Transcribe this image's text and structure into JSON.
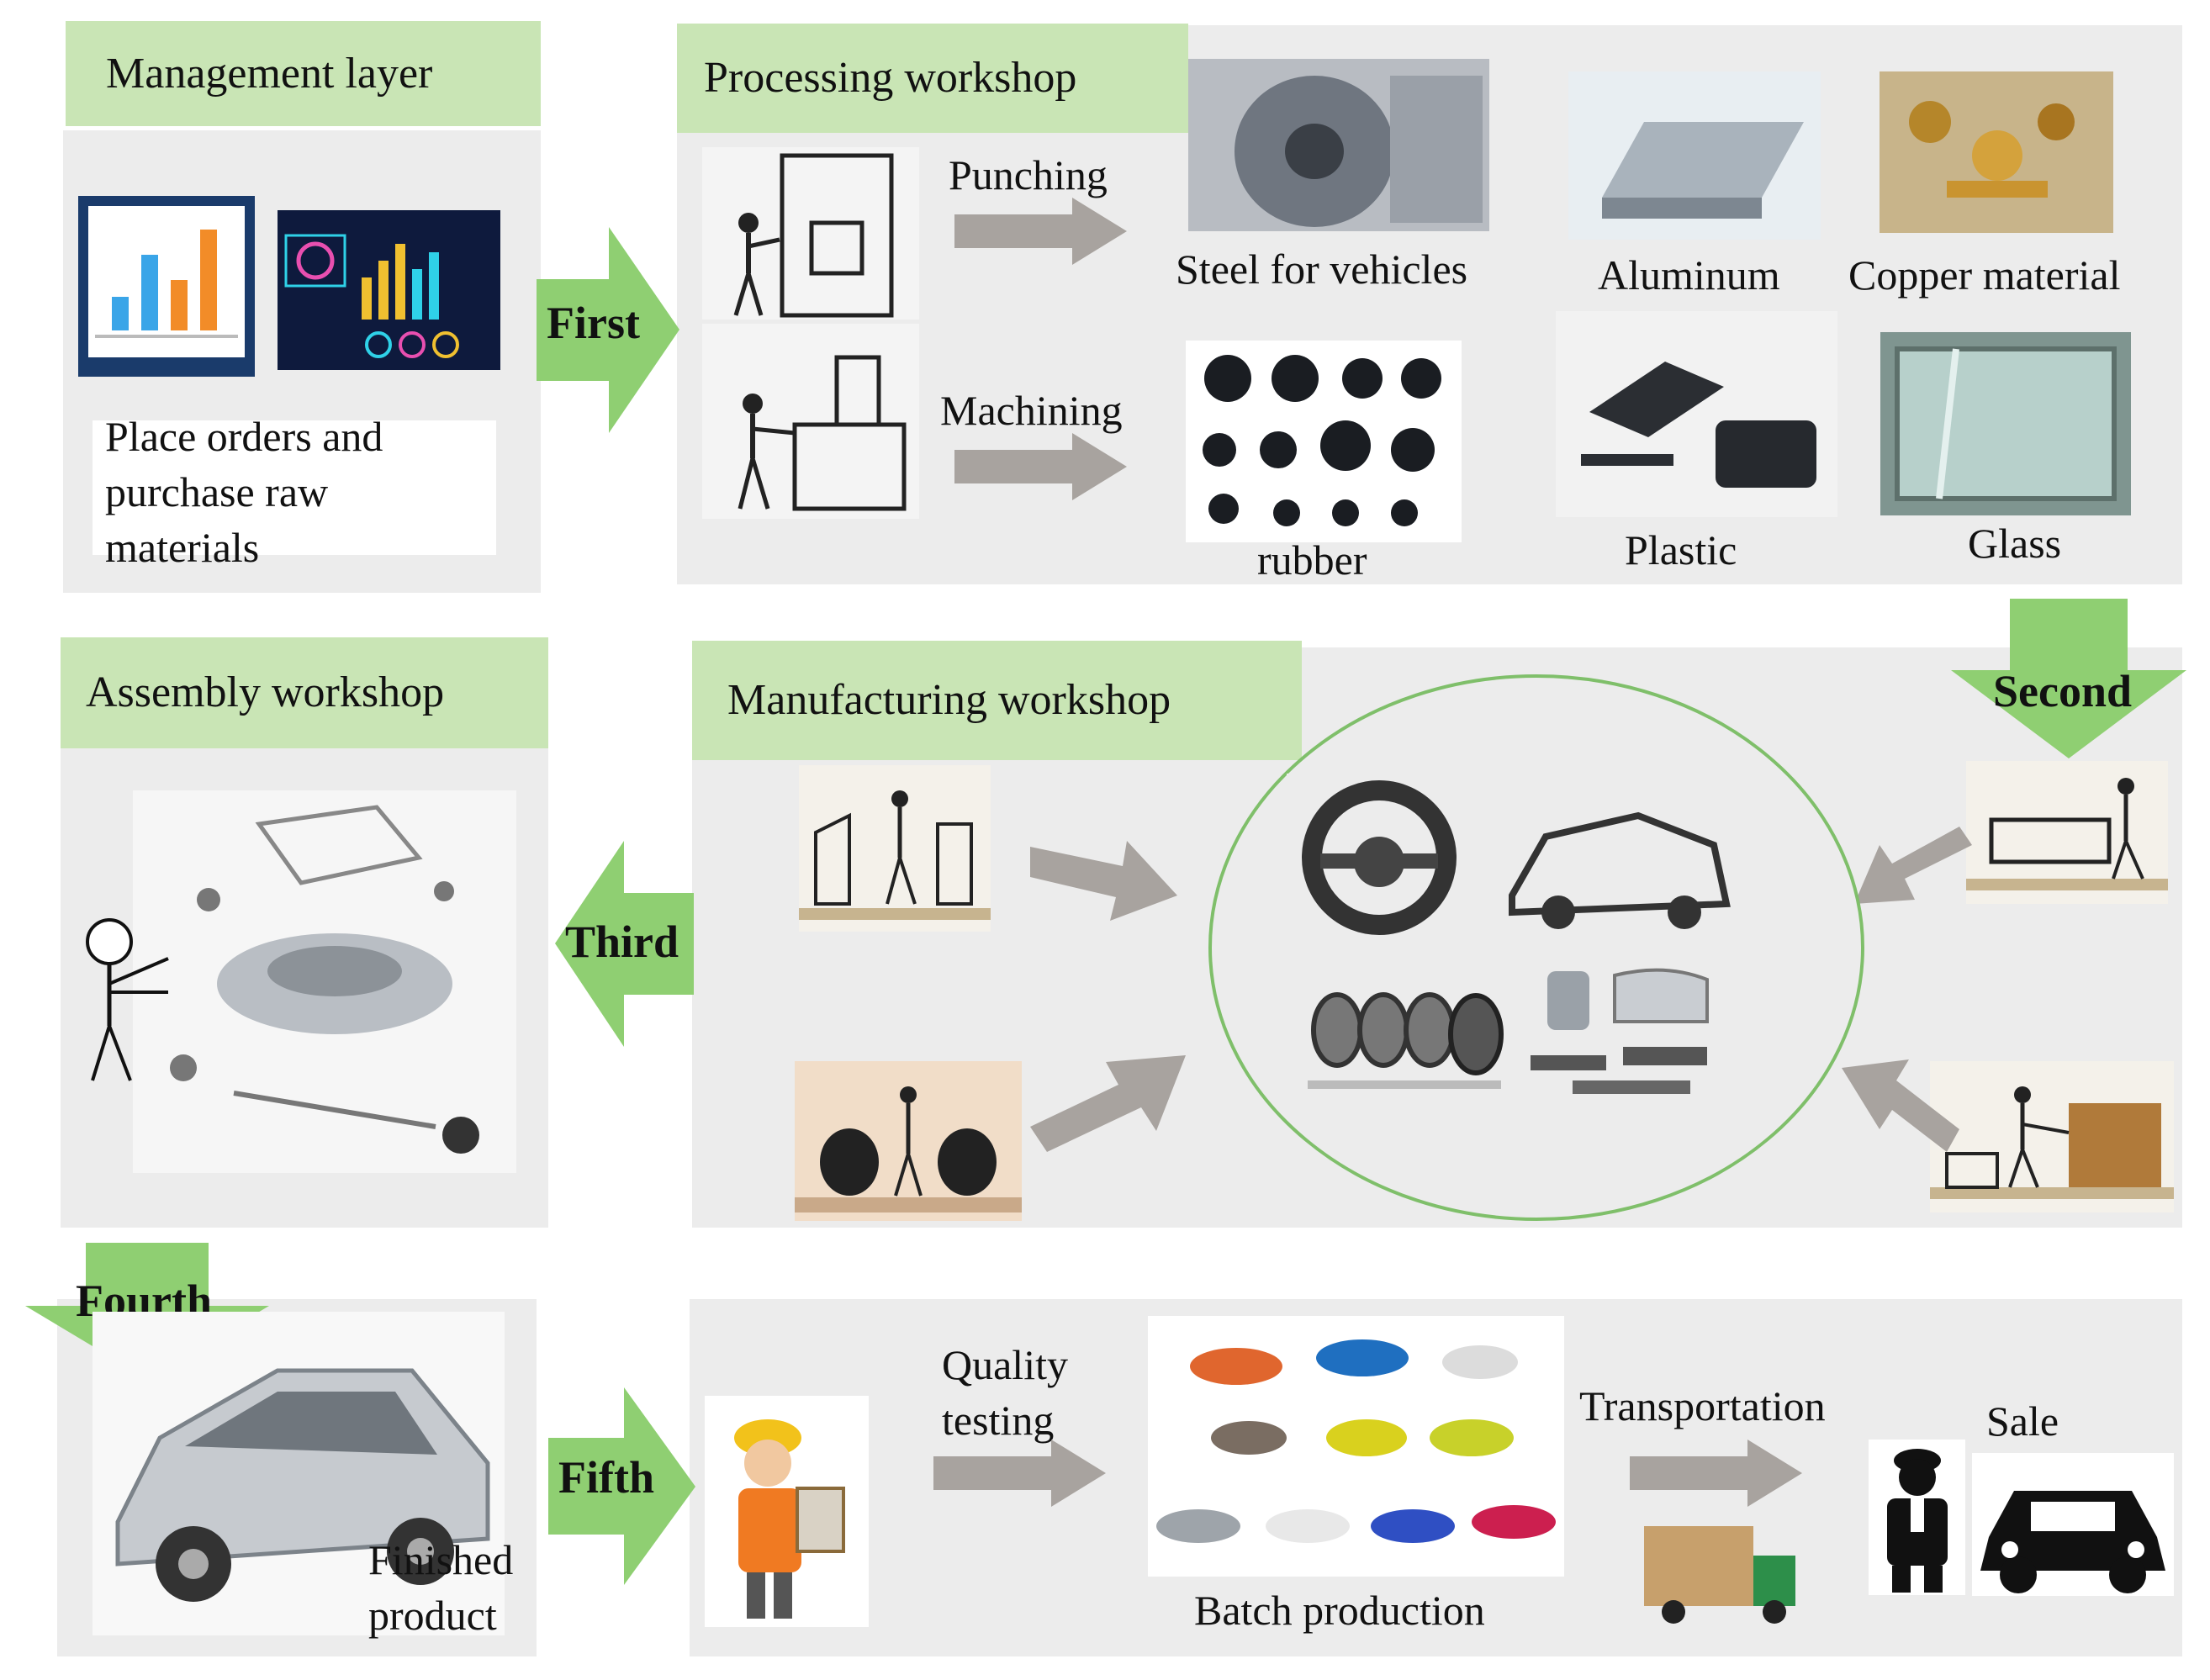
{
  "sections": {
    "management": "Management layer",
    "processing": "Processing workshop",
    "assembly": "Assembly workshop",
    "manufacturing": "Manufacturing workshop"
  },
  "steps": {
    "first": "First",
    "second": "Second",
    "third": "Third",
    "fourth": "Fourth",
    "fifth": "Fifth"
  },
  "management_text": "Place orders and purchase raw materials",
  "processes": {
    "punching": "Punching",
    "machining": "Machining"
  },
  "materials": {
    "steel": "Steel for vehicles",
    "aluminum": "Aluminum",
    "copper": "Copper material",
    "rubber": "rubber",
    "plastic": "Plastic",
    "glass": "Glass"
  },
  "bottom": {
    "finished": "Finished product",
    "quality": "Quality testing",
    "batch": "Batch production",
    "transport": "Transportation",
    "sale": "Sale"
  },
  "colors": {
    "header_green": "#c9e5b5",
    "arrow_green": "#8fcf72",
    "gray_arrow": "#a8a39f",
    "panel_gray": "#ececec",
    "circle_green": "#7fbf6a"
  }
}
